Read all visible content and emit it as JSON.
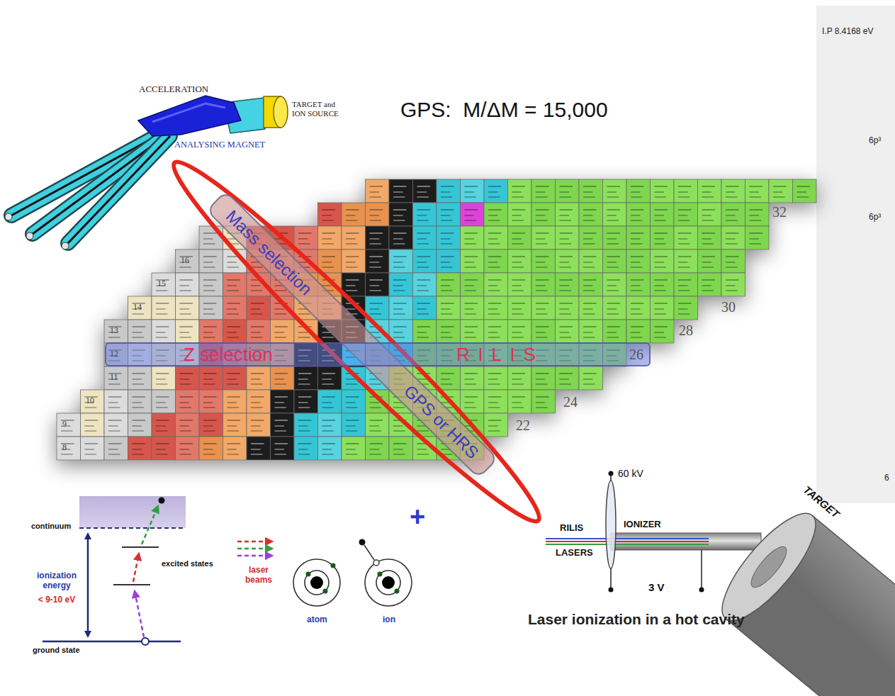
{
  "diagram": {
    "nodes": [
      {
        "text": [
          "Mass selection",
          "GPS or HRS"
        ]
      },
      {
        "text": [
          "Z selection",
          "RILIS"
        ]
      }
    ],
    "labels": [
      "ACCELERATION",
      "TARGET and ION SOURCE",
      "ANALYSING MAGNET",
      "GPS:  M/ΔM = 15,000",
      "I.P 8.4168 eV",
      "6p³",
      "6p³",
      "6",
      "16",
      "15",
      "14",
      "13",
      "12",
      "11",
      "10",
      "9",
      "8",
      "32",
      "30",
      "28",
      "26",
      "24",
      "22",
      "continuum",
      "ionization energy",
      "< 9-10 eV",
      "excited states",
      "ground state",
      "laser beams",
      "atom",
      "ion",
      "+",
      "60 kV",
      "RILIS",
      "LASERS",
      "IONIZER",
      "TARGET",
      "3 V",
      "Laser ionization in a hot cavity"
    ]
  }
}
